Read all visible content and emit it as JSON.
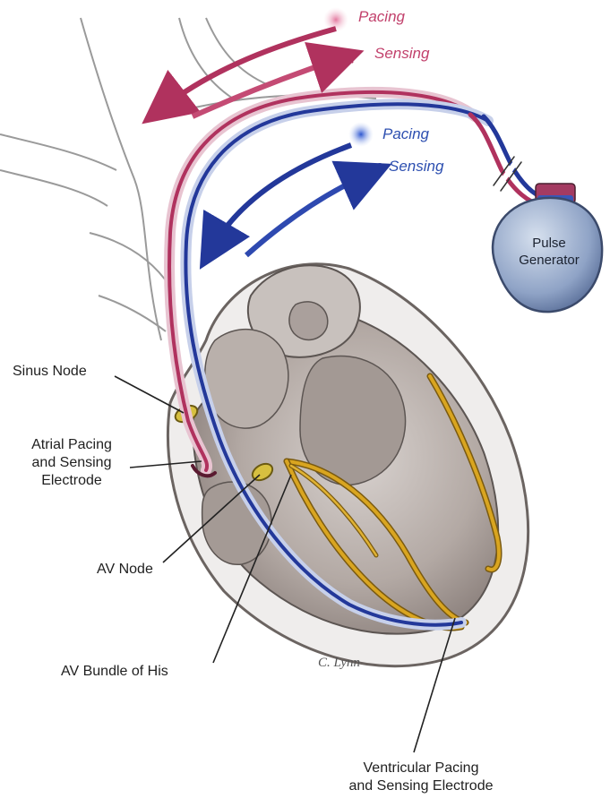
{
  "legend": {
    "atrial_pacing": "Pacing",
    "atrial_sensing": "Sensing",
    "ventricular_pacing": "Pacing",
    "ventricular_sensing": "Sensing"
  },
  "generator": {
    "line1": "Pulse",
    "line2": "Generator"
  },
  "labels": {
    "sinus_node": "Sinus Node",
    "atrial_electrode_1": "Atrial Pacing",
    "atrial_electrode_2": "and Sensing",
    "atrial_electrode_3": "Electrode",
    "av_node": "AV Node",
    "av_bundle": "AV Bundle of His",
    "ventricular_electrode_1": "Ventricular Pacing",
    "ventricular_electrode_2": "and Sensing Electrode"
  },
  "signature": "C. Lynn",
  "colors": {
    "atrial_lead": "#b0325e",
    "ventricular_lead": "#23389a",
    "conduction": "#d9a520",
    "heart": "#a89d98",
    "generator": "#8fa3c6"
  }
}
